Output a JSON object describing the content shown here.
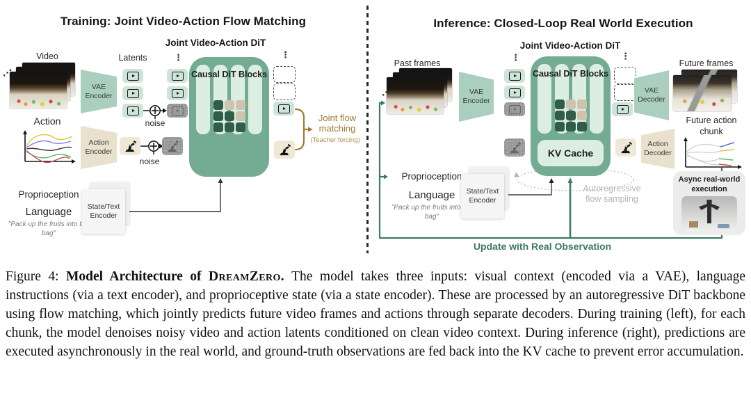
{
  "training": {
    "title": "Training: Joint Video-Action Flow Matching",
    "dit_title": "Joint Video-Action DiT",
    "video_label": "Video",
    "latents_label": "Latents",
    "action_label": "Action",
    "vae_encoder": "VAE Encoder",
    "action_encoder": "Action Encoder",
    "noise_video": "noise",
    "noise_action": "noise",
    "causal_blocks": "Causal DiT Blocks",
    "joint_flow": "Joint flow matching",
    "teacher_forcing": "(Teacher forcing)",
    "proprioception": "Proprioception",
    "language": "Language",
    "language_quote": "\"Pack up the fruits into the bag\"",
    "state_text_encoder": "State/Text Encoder"
  },
  "inference": {
    "title": "Inference: Closed-Loop Real World Execution",
    "dit_title": "Joint Video-Action DiT",
    "past_frames": "Past frames",
    "vae_encoder": "VAE Encoder",
    "causal_blocks": "Causal DiT Blocks",
    "kv_cache": "KV Cache",
    "vae_decoder": "VAE Decoder",
    "future_frames": "Future frames",
    "action_decoder": "Action Decoder",
    "future_action_chunk": "Future action chunk",
    "async_execution": "Async real-world execution",
    "autoregressive": "Autoregressive flow sampling",
    "proprioception": "Proprioception",
    "language": "Language",
    "language_quote": "\"Pack up the fruits into the bag\"",
    "state_text_encoder": "State/Text Encoder",
    "update_label": "Update with Real Observation"
  },
  "caption": {
    "figure_label": "Figure 4:",
    "bold_text": "Model Architecture of",
    "brand": "DreamZero.",
    "body": "The model takes three inputs: visual context (encoded via a VAE), language instructions (via a text encoder), and proprioceptive state (via a state encoder). These are processed by an autoregressive DiT backbone using flow matching, which jointly predicts future video frames and actions through separate decoders. During training (left), for each chunk, the model denoises noisy video and action latents conditioned on clean video context. During inference (right), predictions are executed asynchronously in the real world, and ground-truth observations are fed back into the KV cache to prevent error accumulation."
  },
  "colors": {
    "dit_green": "#74ab93",
    "bar_mint": "#dcede2",
    "token_green": "#cfe4d8",
    "token_beige": "#efe8d6",
    "encoder_green": "#abcfbe",
    "encoder_beige": "#e9e1cd",
    "mask_dark": "#2f5d49",
    "mask_tan": "#cdc3ae",
    "noisy_grey": "#9e9e9e",
    "flow_olive": "#9c7d33",
    "loop_green": "#3d7a5e",
    "muted_grey": "#b5b5b5"
  }
}
